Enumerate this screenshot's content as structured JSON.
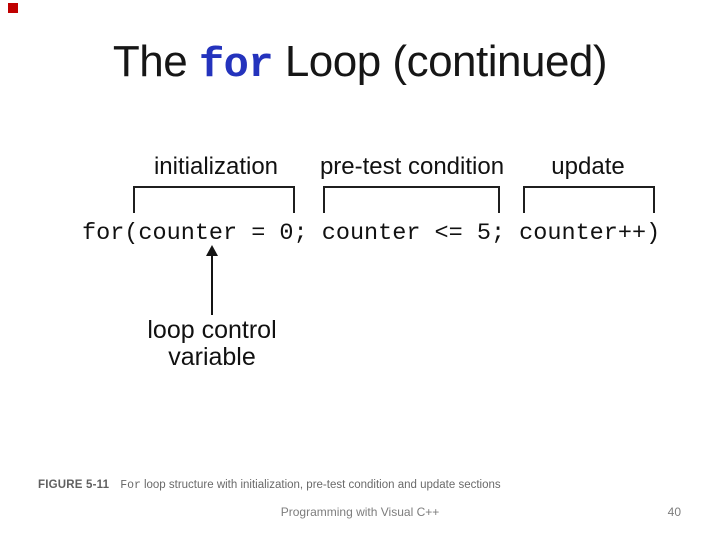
{
  "title": {
    "prefix": "The ",
    "keyword": "for",
    "suffix": " Loop (continued)"
  },
  "diagram": {
    "labels": [
      "initialization",
      "pre-test condition",
      "update"
    ],
    "code": "for(counter = 0; counter <= 5; counter++)",
    "arrow_label": {
      "line1": "loop control",
      "line2": "variable"
    }
  },
  "caption": {
    "label": "FIGURE 5-11",
    "code_word": "For",
    "rest": "loop structure with initialization, pre-test condition and update sections"
  },
  "footer": {
    "text": "Programming with Visual C++",
    "page": "40"
  },
  "colors": {
    "keyword_blue": "#2433bd",
    "marker_red": "#c00000",
    "caption_gray": "#6a6a6a",
    "footer_gray": "#7d7d7d"
  }
}
